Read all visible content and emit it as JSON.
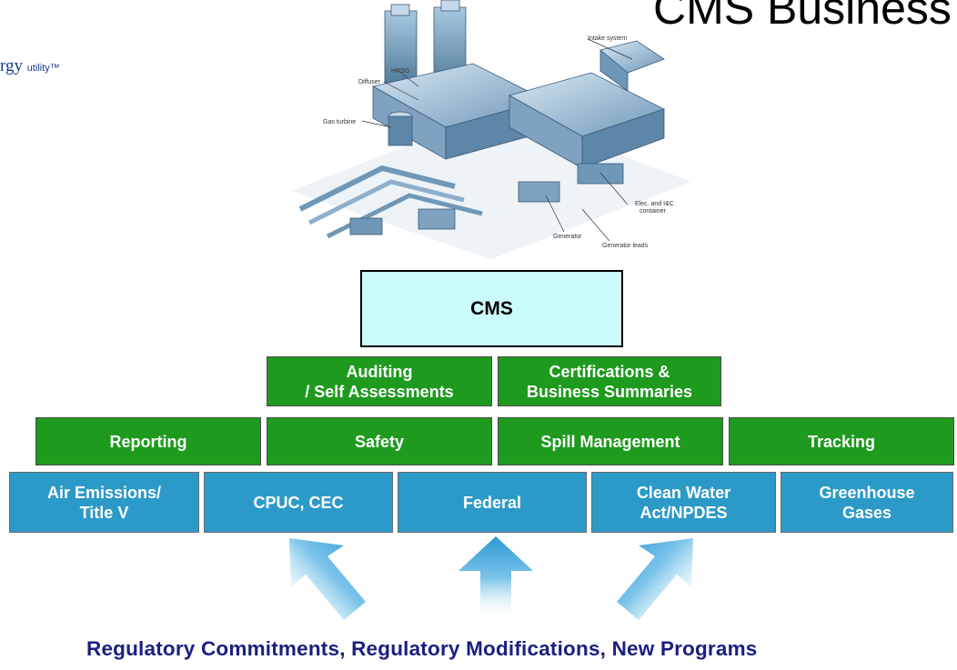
{
  "slide": {
    "title": "CMS Business",
    "logo_text": "rgy",
    "logo_suffix": "utility™",
    "footer": "Regulatory Commitments, Regulatory Modifications, New Programs"
  },
  "plant_image": {
    "labels": {
      "intake": "Intake system",
      "hrsg": "HRSG",
      "diffuser": "Diffuser",
      "gasturbine": "Gas turbine",
      "elec1": "Elec. and I&C",
      "elec2": "container",
      "generator": "Generator",
      "genleads": "Generator leads"
    }
  },
  "diagram": {
    "top": "CMS",
    "tier2": [
      {
        "line1": "Auditing",
        "line2": "/ Self Assessments"
      },
      {
        "line1": "Certifications &",
        "line2": "Business Summaries"
      }
    ],
    "tier3": [
      "Reporting",
      "Safety",
      "Spill Management",
      "Tracking"
    ],
    "tier4": [
      {
        "line1": "Air Emissions/",
        "line2": "Title V"
      },
      {
        "line1": "CPUC, CEC",
        "line2": ""
      },
      {
        "line1": "Federal",
        "line2": ""
      },
      {
        "line1": "Clean Water",
        "line2": "Act/NPDES"
      },
      {
        "line1": "Greenhouse",
        "line2": "Gases"
      }
    ]
  },
  "colors": {
    "green": "#1e9a1e",
    "blue": "#2c9ac8",
    "cms_fill": "#ccfbfb",
    "arrow": "#4ab0e0",
    "footer_text": "#1a2080"
  }
}
